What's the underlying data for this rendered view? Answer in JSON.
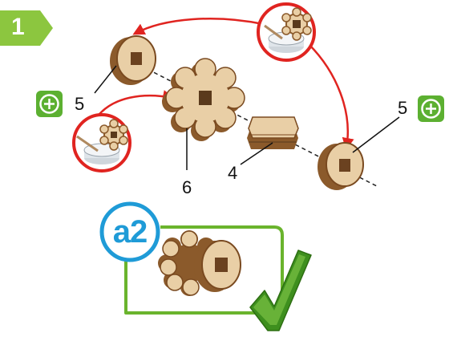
{
  "step": {
    "number": "1"
  },
  "labels": {
    "part_5_left": "5",
    "part_5_right": "5",
    "part_6": "6",
    "part_4": "4"
  },
  "result": {
    "badge": "a2"
  },
  "colors": {
    "step_green": "#8cc63f",
    "plus_green": "#5cb031",
    "arrow_red": "#e02420",
    "badge_blue": "#1f9bd7",
    "frame_green": "#6ab42d",
    "check_green": "#3e8f1e",
    "wood_light": "#e9cfa6",
    "wood_dark": "#8b5a2b"
  },
  "icons": [
    "add-part-icon",
    "glue-pot-icon",
    "check-icon"
  ]
}
